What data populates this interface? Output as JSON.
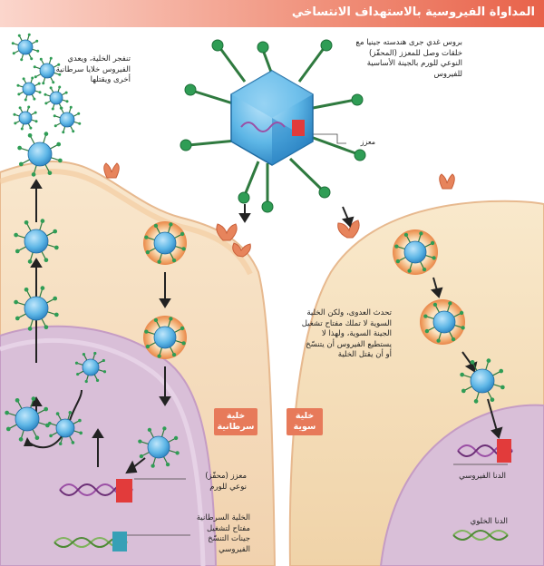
{
  "title": "المداواة الفيروسية بالاستهداف الانتساخي",
  "labels": {
    "release": "تنفجر الخلية، ويعدي الفيروس خلايا سرطانية أخرى ويقتلها",
    "virus_engineered": "بروس غدي جرى هندسته جينيا مع خلقات وصل للمعزز (المحفّز) النوعي للورم بالجينة الأساسية للفيروس",
    "promoter_small": "معزز",
    "normal_cell_text": "تحدث العدوى، ولكن الخلية السوية لا تملك مفتاح تشغيل الجينة السوية، ولهذا لا يستطيع الفيروس أن يتنسّخ أو أن يقتل الخلية",
    "tumor_promoter": "معزز (محفّز) نوعي للورم",
    "tumor_cell_text": "الخلية السرطانية مفتاح لتشغيل جينات التنسّخ الفيروسي",
    "viral_dna": "الدنا الفيروسي",
    "cell_dna": "الدنا الخلوي",
    "cancer_cell_tag": "خلية سرطانية",
    "normal_cell_tag": "خلية سوية"
  },
  "colors": {
    "title_bg": "#e8624a",
    "cancer_cytoplasm": "#f6dfc0",
    "normal_cytoplasm": "#f8e6c6",
    "nucleus": "#d7b8d4",
    "tag_bg": "#e77a5a",
    "virus_blue": "#3a9fd8",
    "spike_green": "#2f9d55",
    "receptor": "#e7845c",
    "promoter_red": "#e23b3b",
    "dna_purple": "#9b4fa5",
    "dna_green": "#7fb35c"
  }
}
